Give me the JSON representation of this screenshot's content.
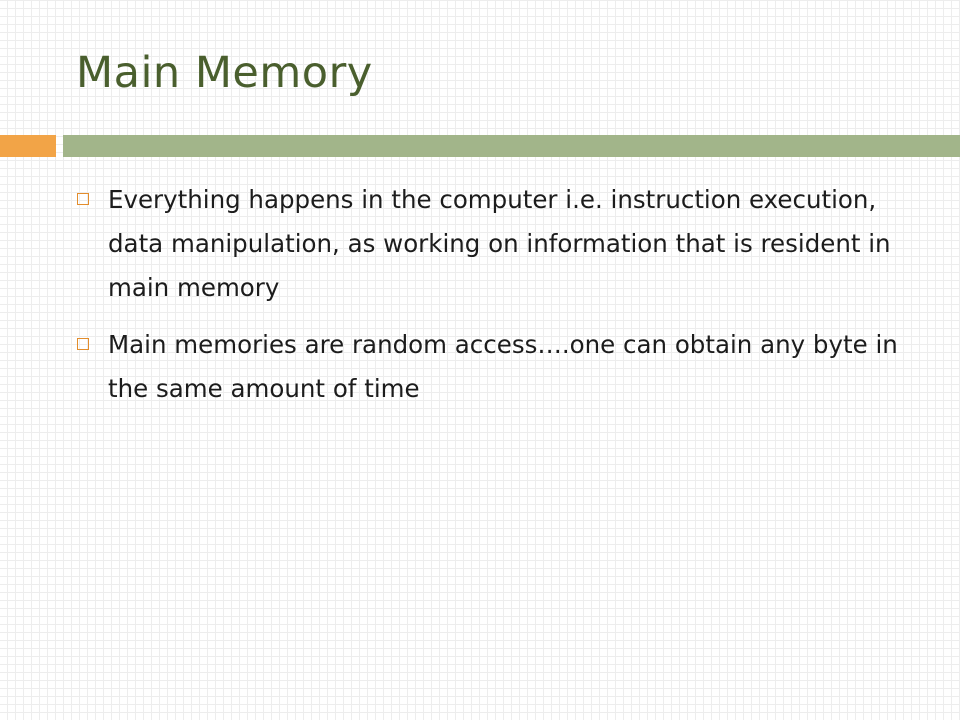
{
  "slide": {
    "title": "Main Memory",
    "bullets": [
      {
        "text": "Everything happens in the computer i.e. instruction execution, data manipulation, as working on information that is resident in main memory"
      },
      {
        "text": "Main memories are random access….one can obtain any byte in the same amount of time"
      }
    ]
  },
  "theme": {
    "title_color": "#4a5f2e",
    "accent_orange": "#f2a447",
    "accent_green": "#a2b58a",
    "bullet_marker_color": "#e38d2c",
    "bullet_marker_icon": "hollow-square-bullet-icon"
  }
}
